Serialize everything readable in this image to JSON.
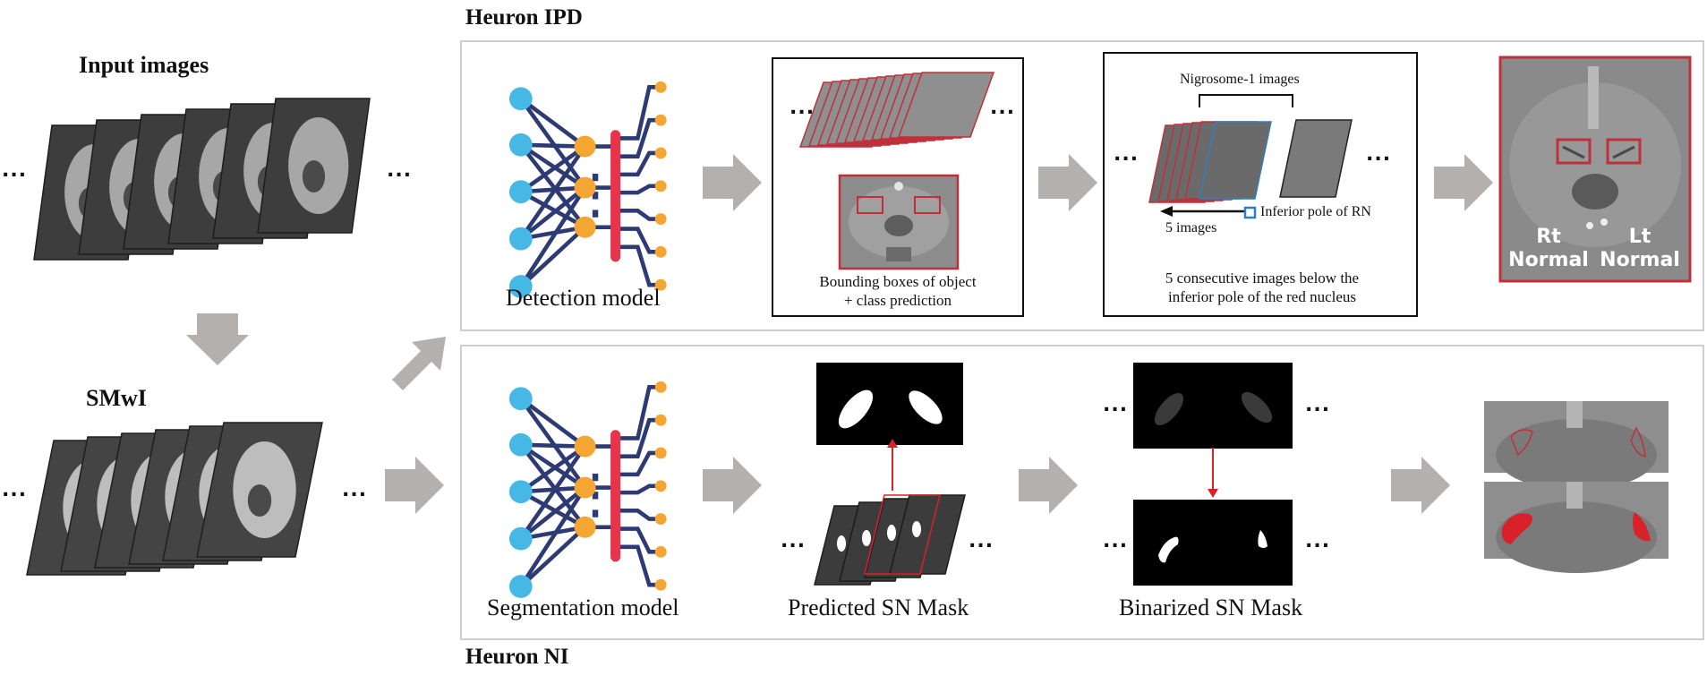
{
  "left": {
    "input_label": "Input images",
    "smwi_label": "SMwI",
    "ellipsis": "..."
  },
  "ipd": {
    "title": "Heuron IPD",
    "detection_label": "Detection model",
    "bbox_caption_1": "Bounding boxes of object",
    "bbox_caption_2": "+ class prediction",
    "nigrosome_label": "Nigrosome-1 images",
    "five_images": "5 images",
    "inferior_pole": "Inferior pole of RN",
    "consec_1": "5 consecutive images below the",
    "consec_2": "inferior pole of the red nucleus",
    "rt_1": "Rt",
    "rt_2": "Normal",
    "lt_1": "Lt",
    "lt_2": "Normal"
  },
  "ni": {
    "title": "Heuron NI",
    "segmentation_label": "Segmentation model",
    "predicted_label": "Predicted SN Mask",
    "binarized_label": "Binarized SN Mask"
  },
  "colors": {
    "node_blue": "#45b8e6",
    "node_orange": "#f5a531",
    "edge_navy": "#2d3a73",
    "red_bar": "#e8334a",
    "arrow_gray": "#b3b0ad",
    "mask_red": "#d9212a",
    "panel_border": "#cfcfcf"
  }
}
